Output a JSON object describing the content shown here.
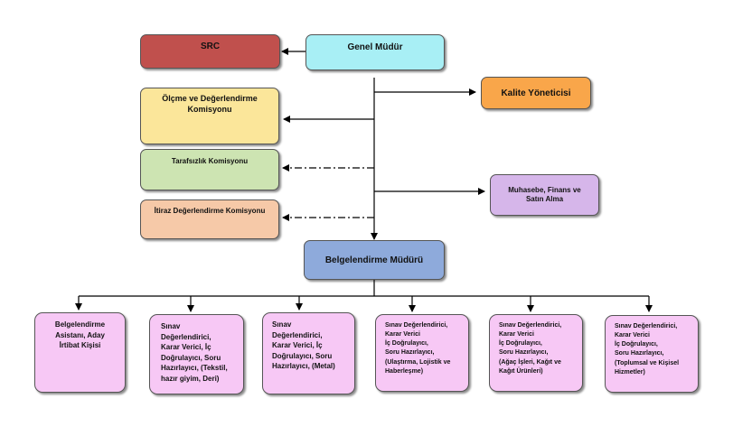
{
  "colors": {
    "src": "#c0504d",
    "genel": "#a8eff5",
    "olcme": "#fbe69a",
    "tarafsizlik": "#cde4b2",
    "itiraz": "#f6c9a8",
    "kalite": "#f9a64a",
    "muhasebe": "#d6b6ea",
    "belgelendirme": "#8eaadb",
    "bottom": "#f7c8f5"
  },
  "nodes": {
    "src": "SRC",
    "genel_mudur": "Genel Müdür",
    "olcme": "Ölçme ve Değerlendirme\nKomisyonu",
    "tarafsizlik": "Tarafsızlık Komisyonu",
    "itiraz": "İtiraz Değerlendirme Komisyonu",
    "kalite": "Kalite Yöneticisi",
    "muhasebe": "Muhasebe, Finans ve\nSatın Alma",
    "belgelendirme_muduru": "Belgelendirme Müdürü"
  },
  "bottom": [
    "Belgelendirme\nAsistanı, Aday\nİrtibat Kişisi",
    "Sınav\nDeğerlendirici,\nKarar Verici, İç\nDoğrulayıcı, Soru\nHazırlayıcı, (Tekstil,\nhazır giyim, Deri)",
    "Sınav\nDeğerlendirici,\nKarar Verici, İç\nDoğrulayıcı, Soru\nHazırlayıcı, (Metal)",
    "Sınav Değerlendirici,\nKarar Verici\nİç Doğrulayıcı,\nSoru Hazırlayıcı,\n(Ulaştırma, Lojistik ve\nHaberleşme)",
    "Sınav Değerlendirici,\nKarar Verici\nİç Doğrulayıcı,\nSoru Hazırlayıcı,\n(Ağaç İşleri, Kağıt ve\nKağıt Ürünleri)",
    "Sınav Değerlendirici,\nKarar Verici\nİç Doğrulayıcı,\nSoru Hazırlayıcı,\n(Toplumsal ve Kişisel\nHizmetler)"
  ]
}
